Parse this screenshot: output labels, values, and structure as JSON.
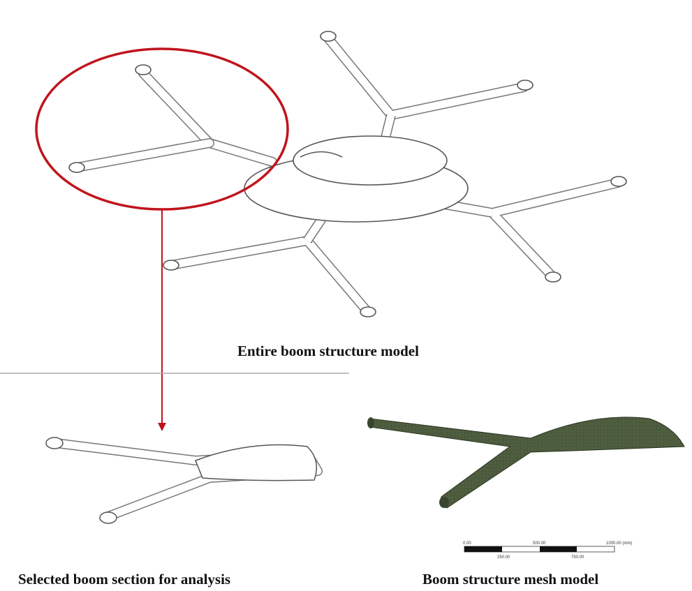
{
  "captions": {
    "entire": "Entire boom structure model",
    "selected": "Selected boom section for analysis",
    "mesh": "Boom structure mesh model"
  },
  "scale_bar": {
    "top_labels": [
      "0.00",
      "500.00",
      "1000.00 (mm)"
    ],
    "bottom_labels": [
      "250.00",
      "750.00"
    ]
  },
  "colors": {
    "highlight": "#c0141c",
    "mesh": "#4a5a3c",
    "line": "#555555"
  }
}
